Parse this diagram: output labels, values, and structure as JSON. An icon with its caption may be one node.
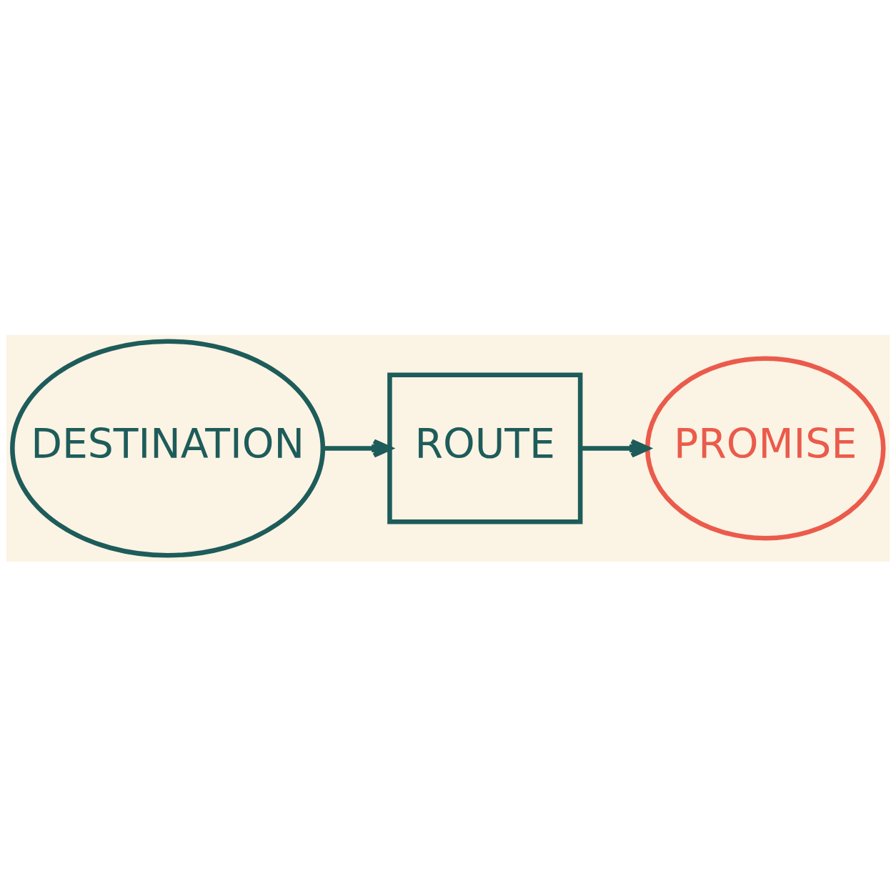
{
  "diagram": {
    "nodes": [
      {
        "text": [
          "DESTINATION"
        ]
      },
      {
        "text": [
          "ROUTE"
        ]
      },
      {
        "text": [
          "PROMISE"
        ]
      }
    ],
    "edges": [
      {
        "from": 0,
        "to": 1,
        "arrow": "to"
      },
      {
        "from": 1,
        "to": 2,
        "arrow": "to"
      }
    ]
  }
}
